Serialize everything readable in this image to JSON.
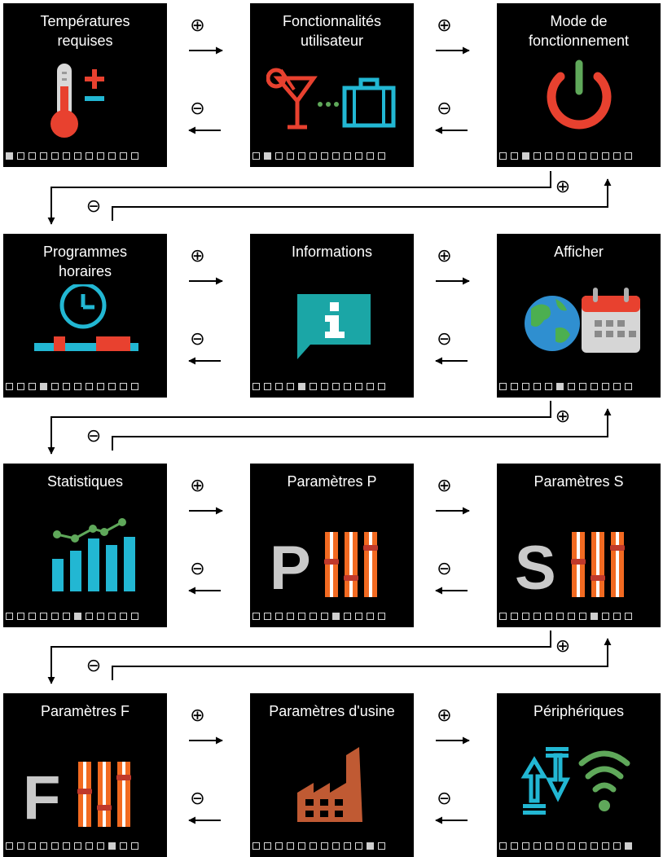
{
  "screens": [
    {
      "title": "Températures\nrequises",
      "icon": "thermometer-icon",
      "active": 0
    },
    {
      "title": "Fonctionnalités\nutilisateur",
      "icon": "cocktail-suitcase-icon",
      "active": 1
    },
    {
      "title": "Mode de\nfonctionnement",
      "icon": "power-icon",
      "active": 2
    },
    {
      "title": "Programmes\nhoraires",
      "icon": "clock-schedule-icon",
      "active": 3
    },
    {
      "title": "Informations",
      "icon": "info-icon",
      "active": 4
    },
    {
      "title": "Afficher",
      "icon": "globe-calendar-icon",
      "active": 5
    },
    {
      "title": "Statistiques",
      "icon": "statistics-icon",
      "active": 6
    },
    {
      "title": "Paramètres P",
      "icon": "sliders-p-icon",
      "active": 7
    },
    {
      "title": "Paramètres S",
      "icon": "sliders-s-icon",
      "active": 8
    },
    {
      "title": "Paramètres F",
      "icon": "sliders-f-icon",
      "active": 9
    },
    {
      "title": "Paramètres d'usine",
      "icon": "factory-icon",
      "active": 10
    },
    {
      "title": "Périphériques",
      "icon": "peripherals-icon",
      "active": 11
    }
  ],
  "symbols": {
    "plus": "⊕",
    "minus": "⊖"
  },
  "colors": {
    "background": "#000000",
    "red": "#e8412f",
    "cyan": "#22b7d3",
    "green": "#5fa85a",
    "orange": "#f26a21",
    "grey": "#c9c9c9",
    "brick": "#c05a33",
    "teal": "#1ba6a6"
  }
}
